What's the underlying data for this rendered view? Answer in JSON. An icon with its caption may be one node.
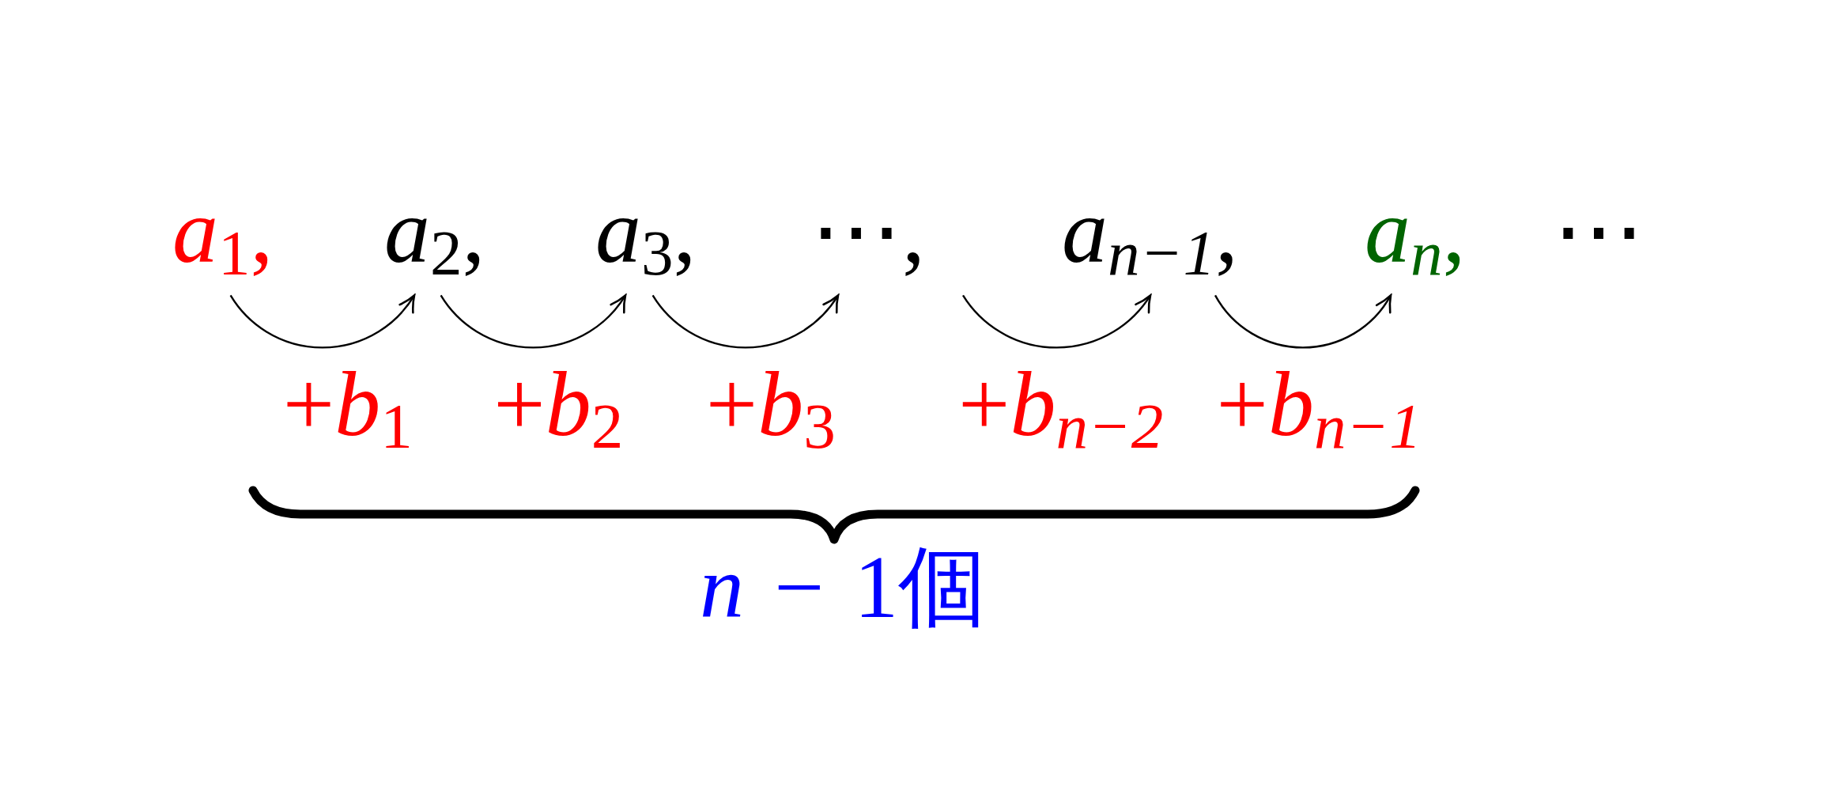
{
  "diagram": {
    "nodes": [
      {
        "text": [
          "a$_{1}$,"
        ]
      },
      {
        "text": [
          "a$_{2}$,"
        ]
      },
      {
        "text": [
          "a$_{3}$,"
        ]
      },
      {
        "text": [
          "⋯,"
        ]
      },
      {
        "text": [
          "a$_{n−1}$,"
        ]
      },
      {
        "text": [
          "a$_{n}$,"
        ]
      }
    ],
    "edges": [
      {
        "from": 0,
        "to": 1,
        "arrow": "to",
        "label": "+b$_{1}$"
      },
      {
        "from": 1,
        "to": 2,
        "arrow": "to",
        "label": "+b$_{2}$"
      },
      {
        "from": 2,
        "to": 3,
        "arrow": "to",
        "label": "+b$_{3}$"
      },
      {
        "from": 3,
        "to": 4,
        "arrow": "to",
        "label": "+b$_{n−2}$"
      },
      {
        "from": 4,
        "to": 5,
        "arrow": "to",
        "label": "+b$_{n−1}$"
      }
    ],
    "labels": [
      "⋯",
      "n − 1個"
    ]
  }
}
